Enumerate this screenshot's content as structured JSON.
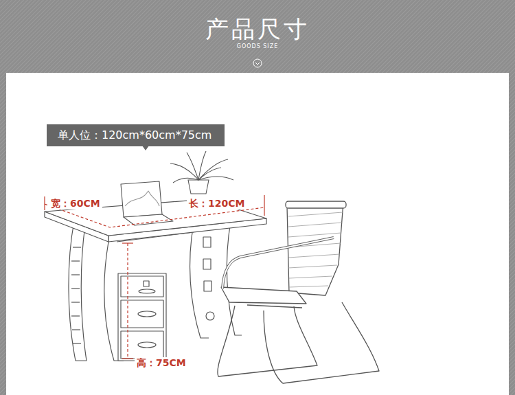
{
  "diagram": {
    "title": "产品尺寸",
    "nodes": [
      {
        "text": [
          "单人位：120cm*60cm*75cm"
        ]
      }
    ],
    "labels": [
      "GOODS SIZE",
      "宽：60CM",
      "长：120CM",
      "高：75CM"
    ]
  }
}
